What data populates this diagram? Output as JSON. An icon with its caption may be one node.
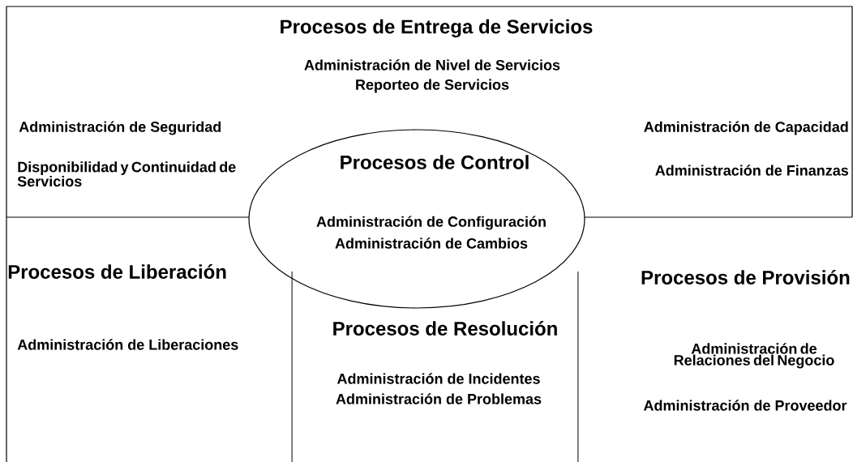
{
  "diagram": {
    "nodes": [
      {
        "text": [
          "Procesos de Entrega de Servicios",
          "Administración de Nivel de Servicios",
          "Reporteo de Servicios",
          "Administración de Seguridad",
          "Disponibilidad y Continuidad de Servicios",
          "Administración de Capacidad",
          "Administración de Finanzas"
        ]
      },
      {
        "text": [
          "Procesos de Control",
          "Administración de Configuración",
          "Administración de Cambios"
        ]
      },
      {
        "text": [
          "Procesos de Liberación",
          "Administración de Liberaciones"
        ]
      },
      {
        "text": [
          "Procesos de Resolución",
          "Administración de Incidentes",
          "Administración de Problemas"
        ]
      },
      {
        "text": [
          "Procesos de Provisión",
          "Administración de Relaciones del Negocio",
          "Administración de Proveedor"
        ]
      }
    ]
  }
}
